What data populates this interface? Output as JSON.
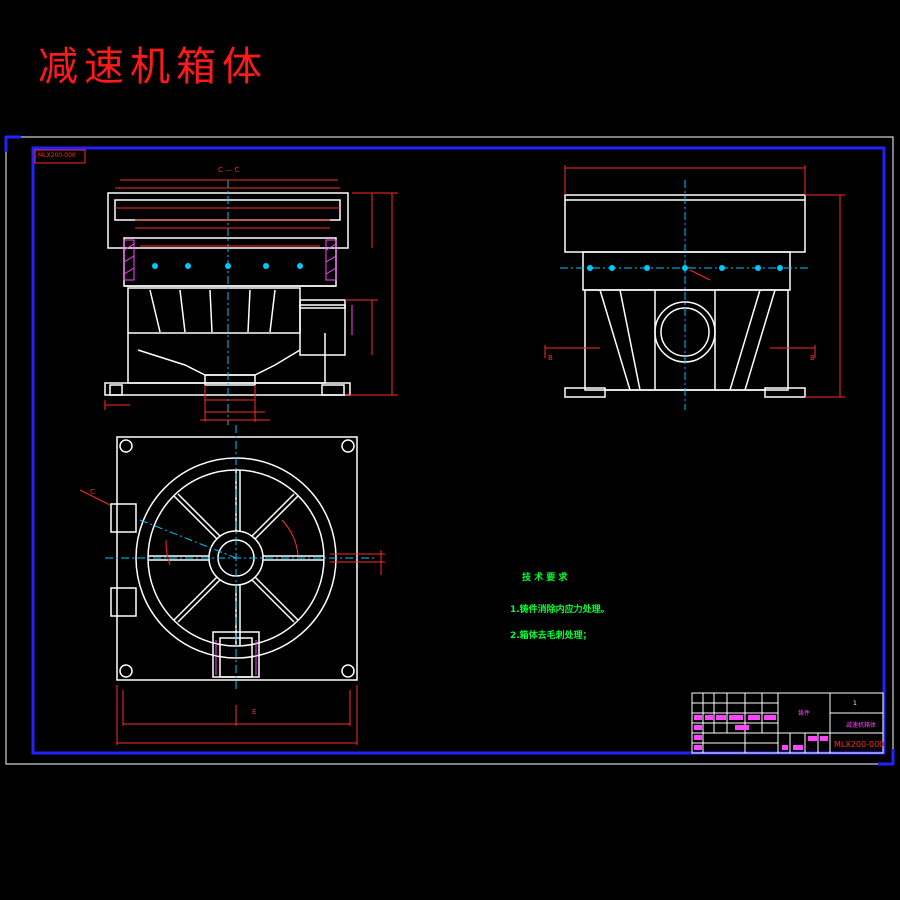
{
  "page_title": "减速机箱体",
  "drawing_number": "MLX200-000",
  "drawing_number_small": "MLX200-000",
  "section_label": "C — C",
  "section_marks": {
    "a": "C",
    "b": "B",
    "c": "B",
    "e": "E"
  },
  "tech_requirements": {
    "heading": "技 术 要 求",
    "items": [
      "1.铸件消除内应力处理。",
      "2.箱体去毛刺处理；"
    ]
  },
  "title_block": {
    "sheet": "1",
    "material": "铸件",
    "part_name": "减速机箱体",
    "code": "MLX200-000"
  },
  "colors": {
    "line": "#ffffff",
    "frame": "#2222ff",
    "dim": "#ff2a2a",
    "center": "#00c8ff",
    "hatch": "#ff44ff",
    "text_green": "#00ff33",
    "title_red": "#ff1a1a"
  }
}
